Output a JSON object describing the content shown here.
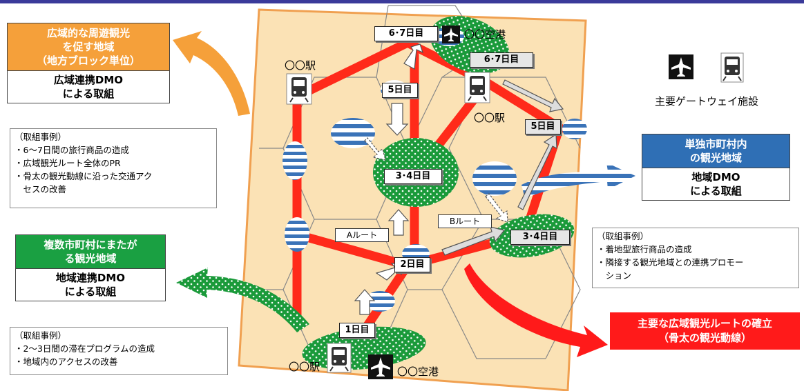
{
  "regions": {
    "wide": {
      "head": [
        "広域的な周遊観光",
        "を促す地域",
        "（地方ブロック単位）"
      ],
      "body": [
        "広域連携DMO",
        "による取組"
      ],
      "color": "#f5a03a"
    },
    "multi": {
      "head": [
        "複数市町村にまたが",
        "る観光地域"
      ],
      "body": [
        "地域連携DMO",
        "による取組"
      ],
      "color": "#1aa042"
    },
    "single": {
      "head": [
        "単独市町村内",
        "の観光地域"
      ],
      "body": [
        "地域DMO",
        "による取組"
      ],
      "color": "#2f6fb5"
    }
  },
  "examples": {
    "wide": [
      "（取組事例）",
      "・6～7日間の旅行商品の造成",
      "・広域観光ルート全体のPR",
      "・骨太の観光動線に沿った交通アク",
      "　セスの改善"
    ],
    "multi": [
      "（取組事例）",
      "・2～3日間の滞在プログラムの造成",
      "・地域内のアクセスの改善"
    ],
    "single": [
      "（取組事例）",
      "・着地型旅行商品の造成",
      "・隣接する観光地域との連携プロモー",
      "　ション"
    ]
  },
  "main_route": {
    "lines": [
      "主要な広域観光ルートの確立",
      "（骨太の観光動線）"
    ],
    "color": "#ff1a1a"
  },
  "legend": {
    "label": "主要ゲートウェイ施設",
    "icons": [
      "airplane-icon",
      "train-icon"
    ]
  },
  "map": {
    "day_labels": {
      "d1": "1日目",
      "d2": "2日目",
      "d34a": "3･4日目",
      "d34b": "3･4日目",
      "d5a": "5日目",
      "d5b": "5日目",
      "d67a": "6･7日目",
      "d67b": "6･7日目"
    },
    "routes": {
      "a": "Aルート",
      "b": "Bルート"
    },
    "places": {
      "station_top": "〇〇駅",
      "station_mid": "〇〇駅",
      "station_bottom": "〇〇駅",
      "airport_top": "〇〇空港",
      "airport_bottom": "〇〇空港"
    }
  },
  "colors": {
    "map_bg": "#fbe2b5",
    "map_border": "#f0a050",
    "route": "#ff2a1a",
    "green": "#1a9a3a",
    "blue": "#2f6fb5"
  }
}
